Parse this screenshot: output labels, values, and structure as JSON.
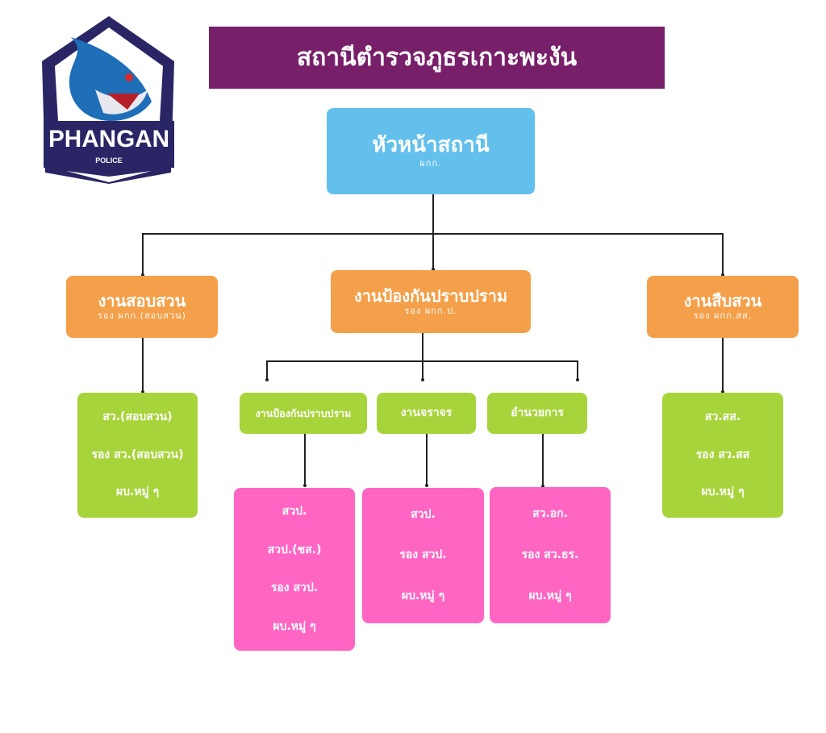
{
  "title": "สถานีตำรวจภูธรเกาะพะงัน",
  "logo": {
    "text": "PHANGAN",
    "subtext": "POLICE"
  },
  "head": {
    "title": "หัวหน้าสถานี",
    "subtitle": "ผกก."
  },
  "divisions": [
    {
      "title": "งานสอบสวน",
      "subtitle": "รอง ผกก.(สอบสวน)",
      "members": [
        "สว.(สอบสวน)",
        "รอง สว.(สอบสวน)",
        "ผบ.หมู่ ๆ"
      ]
    },
    {
      "title": "งานป้องกันปราบปราม",
      "subtitle": "รอง ผกก.ป.",
      "units": [
        {
          "title": "งานป้องกันปราบปราม",
          "members": [
            "สวป.",
            "สวป.(ชส.)",
            "รอง สวป.",
            "ผบ.หมู่ ๆ"
          ]
        },
        {
          "title": "งานจราจร",
          "members": [
            "สวป.",
            "รอง สวป.",
            "ผบ.หมู่ ๆ"
          ]
        },
        {
          "title": "อำนวยการ",
          "members": [
            "สว.อก.",
            "รอง สว.ธร.",
            "ผบ.หมู่ ๆ"
          ]
        }
      ]
    },
    {
      "title": "งานสืบสวน",
      "subtitle": "รอง ผกก.สส.",
      "members": [
        "สว.สส.",
        "รอง สว.สส",
        "ผบ.หมู่ ๆ"
      ]
    }
  ],
  "colors": {
    "title_bg": "#781f6a",
    "head": "#63c0ec",
    "division": "#f4a04a",
    "unit": "#a8d43b",
    "staff": "#ff66c4"
  }
}
